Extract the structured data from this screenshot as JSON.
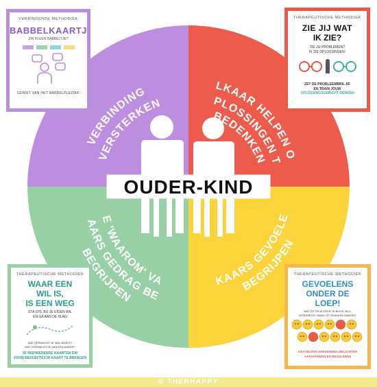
{
  "center_label": "OUDER-KIND",
  "quadrants": [
    {
      "id": "top-left",
      "lines": [
        "VERBINDING",
        "VERSTERKEN"
      ],
      "color": "#bd8ee0"
    },
    {
      "id": "top-right",
      "lines": [
        "ELKAAR HELPEN OM",
        "OPLOSSINGEN TE",
        "BEDENKEN"
      ],
      "color": "#ec5b4b"
    },
    {
      "id": "bottom-left",
      "lines": [
        "DE 'WAAROM' VAN",
        "ELKAARS GEDRAG BETER",
        "BEGRIJPEN"
      ],
      "color": "#96d0a4"
    },
    {
      "id": "bottom-right",
      "lines": [
        "ELKAARS GEVOELENS",
        "BEGRIJPEN"
      ],
      "color": "#fbd33a"
    }
  ],
  "cards": {
    "babbel": {
      "border_color": "#b98edc",
      "kicker": "VERBINDENDE METHODIEK",
      "title": "BABBELKAARTJES",
      "subtitle": "ZIN IN EEN BABBELTJE?",
      "footer": "GENIET VAN HET BABBELPLEZIER"
    },
    "ziejij": {
      "border_color": "#ea5a4a",
      "kicker": "THERAPEUTISCHE METHODIEK",
      "title_line1": "ZIE JIJ WAT",
      "title_line2": "IK ZIE?",
      "sub_line1": "ZIE JIJ PROBLEMEN?",
      "sub_line2": "IK ZIE OPLOSSINGEN!",
      "foot_line1": "ZET DE PROBLEEMBRIL AF",
      "foot_line2": "EN TRAIN JOUW",
      "foot_line3": "OPLOSSINGSGERICHT DENKEN"
    },
    "waar": {
      "border_color": "#96d0a4",
      "kicker": "THERAPEUTISCHE METHODIEK",
      "title_line1": "WAAR EEN",
      "title_line2": "WIL IS,",
      "title_line3": "IS EEN WEG",
      "sub_line1": "STA STIL BIJ JE EIGEN WIL",
      "sub_line2": "EN GA AAN DE SLAG",
      "mid_line1": "WAT VERWACHT JE VAN JEZELF?",
      "mid_line2": "WAT VERWACHT JE VAN EEN ANDER?",
      "foot_line1": "55 INSPIRERENDE KAARTEN OM",
      "foot_line2": "JOUW BEHOEFTES IN KAART TE BRENGEN"
    },
    "gevoelens": {
      "border_color": "#f6b64a",
      "kicker": "THERAPEUTISCHE METHODIEK",
      "title_line1": "GEVOELENS",
      "title_line2": "ONDER DE",
      "title_line3": "LOEP!",
      "sub_line1": "WAT ZIT ER ACHTER JE BOOS, BLIJ,",
      "sub_line2": "VERDRIETIG, BANG OF GEWOON OKIDOKI?",
      "foot_line1": "GEVOELENS VERKENNEN, BELICHTEN",
      "foot_line2": "AANVAARDEN EN REGULEREN"
    }
  },
  "footer_text": "© THERHAPPY"
}
